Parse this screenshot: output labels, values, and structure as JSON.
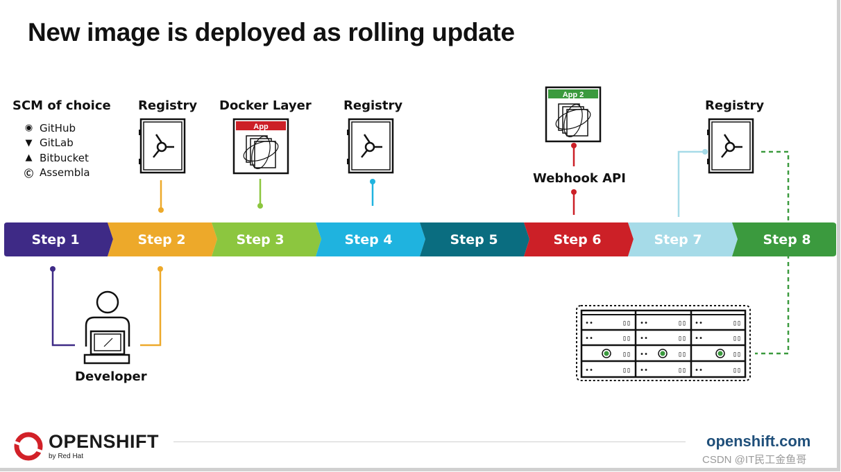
{
  "title": "New image is deployed as rolling update",
  "labels": {
    "scm": "SCM of choice",
    "registry1": "Registry",
    "docker_layer": "Docker Layer",
    "registry2": "Registry",
    "registry3": "Registry",
    "webhook": "Webhook API",
    "developer": "Developer",
    "app": "App",
    "app2": "App 2"
  },
  "scm_providers": [
    {
      "name": "GitHub",
      "icon": "github-icon"
    },
    {
      "name": "GitLab",
      "icon": "gitlab-icon"
    },
    {
      "name": "Bitbucket",
      "icon": "bitbucket-icon"
    },
    {
      "name": "Assembla",
      "icon": "assembla-icon"
    }
  ],
  "steps": [
    {
      "label": "Step 1",
      "color": "#3e2a86"
    },
    {
      "label": "Step 2",
      "color": "#eda92a"
    },
    {
      "label": "Step 3",
      "color": "#8cc63f"
    },
    {
      "label": "Step 4",
      "color": "#1fb3df"
    },
    {
      "label": "Step 5",
      "color": "#0a6d80"
    },
    {
      "label": "Step 6",
      "color": "#cc2027"
    },
    {
      "label": "Step 7",
      "color": "#a6dbe8"
    },
    {
      "label": "Step 8",
      "color": "#3b9a3e"
    }
  ],
  "footer": {
    "brand": "OPENSHIFT",
    "by": "by Red Hat",
    "site": "openshift.com",
    "watermark": "CSDN @IT民工金鱼哥"
  }
}
